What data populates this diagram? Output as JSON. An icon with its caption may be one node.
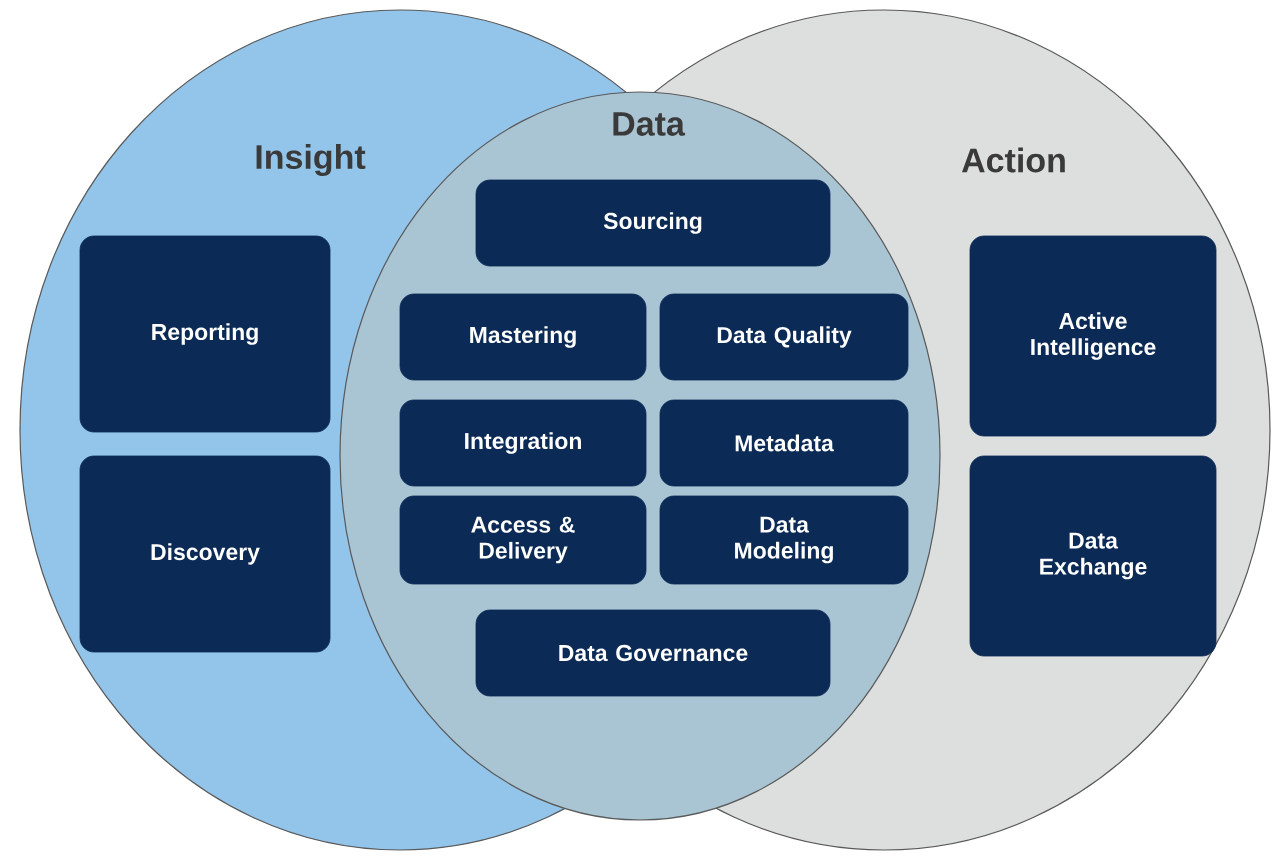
{
  "diagram": {
    "nodes": [
      {
        "text": [
          "Insight"
        ]
      },
      {
        "text": [
          "Action"
        ]
      },
      {
        "text": [
          "Data"
        ]
      },
      {
        "text": [
          "Reporting"
        ],
        "in": 0
      },
      {
        "text": [
          "Discovery"
        ],
        "in": 0
      },
      {
        "text": [
          "Sourcing"
        ],
        "in": 2
      },
      {
        "text": [
          "Mastering"
        ]
      },
      {
        "text": [
          "Data Quality"
        ]
      },
      {
        "text": [
          "Integration"
        ]
      },
      {
        "text": [
          "Metadata"
        ]
      },
      {
        "text": [
          "Access & Delivery"
        ]
      },
      {
        "text": [
          "Data Modeling"
        ]
      },
      {
        "text": [
          "Data Governance"
        ],
        "in": 2
      },
      {
        "text": [
          "Active Intelligence"
        ],
        "in": 1
      },
      {
        "text": [
          "Data Exchange"
        ],
        "in": 1
      }
    ]
  }
}
